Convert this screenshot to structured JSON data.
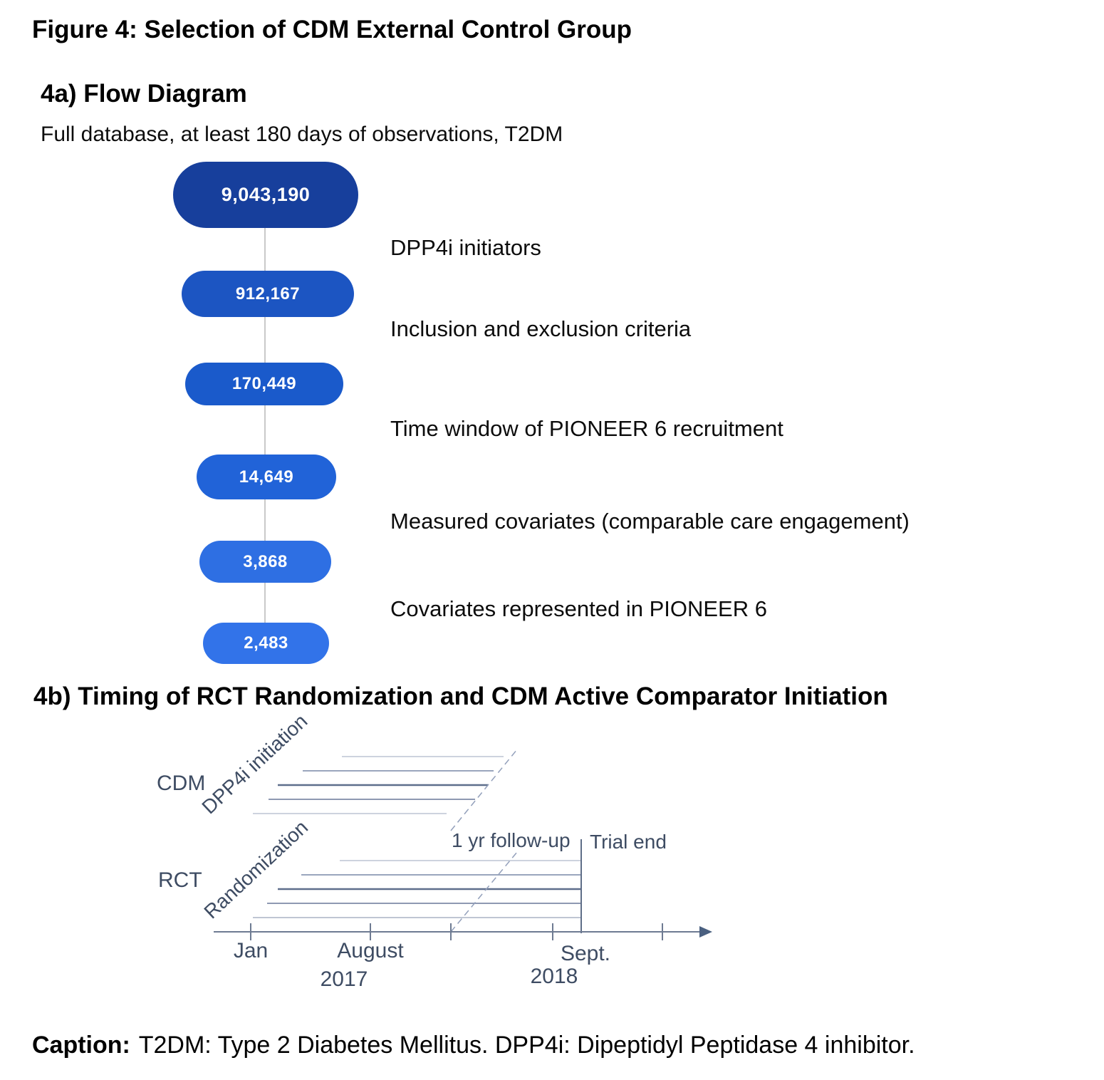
{
  "figure_title": "Figure 4: Selection of CDM External Control Group",
  "flow": {
    "heading": "4a) Flow Diagram",
    "description": "Full database, at least 180 days of observations, T2DM",
    "nodes": [
      {
        "value": "9,043,190",
        "color": "#173f9c"
      },
      {
        "value": "912,167",
        "color": "#1c55c2"
      },
      {
        "value": "170,449",
        "color": "#1a5acb"
      },
      {
        "value": "14,649",
        "color": "#2163d8"
      },
      {
        "value": "3,868",
        "color": "#2e6fe3"
      },
      {
        "value": "2,483",
        "color": "#3273e9"
      }
    ],
    "steps": [
      "DPP4i initiators",
      "Inclusion and exclusion criteria",
      "Time window of PIONEER 6 recruitment",
      "Measured covariates (comparable care engagement)",
      "Covariates represented in PIONEER 6"
    ]
  },
  "timeline": {
    "heading": "4b) Timing of RCT Randomization and CDM Active Comparator Initiation",
    "cdm_label": "CDM",
    "rct_label": "RCT",
    "cdm_event": "DPP4i initiation",
    "rct_event": "Randomization",
    "follow_up_label": "1 yr follow-up",
    "trial_end_label": "Trial end",
    "axis_ticks": [
      "Jan",
      "August",
      "Sept."
    ],
    "axis_years": [
      "2017",
      "2018"
    ]
  },
  "caption": {
    "label": "Caption:",
    "text": "T2DM: Type 2 Diabetes Mellitus. DPP4i: Dipeptidyl Peptidase 4 inhibitor."
  }
}
